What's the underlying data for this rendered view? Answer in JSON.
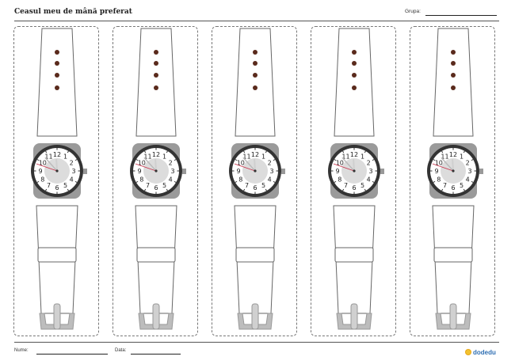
{
  "header": {
    "title": "Ceasul meu de mână preferat",
    "group_label": "Grupa:"
  },
  "footer": {
    "name_label": "Nume:",
    "date_label": "Data:",
    "logo_text": "dodedu"
  },
  "clock": {
    "numbers": [
      "12",
      "1",
      "2",
      "3",
      "4",
      "5",
      "6",
      "7",
      "8",
      "9",
      "10",
      "11"
    ],
    "time_hour": 11,
    "time_minute": 53,
    "second_hand_color": "#c8324a"
  },
  "watches": [
    {
      "id": 1
    },
    {
      "id": 2
    },
    {
      "id": 3
    },
    {
      "id": 4
    },
    {
      "id": 5
    }
  ]
}
